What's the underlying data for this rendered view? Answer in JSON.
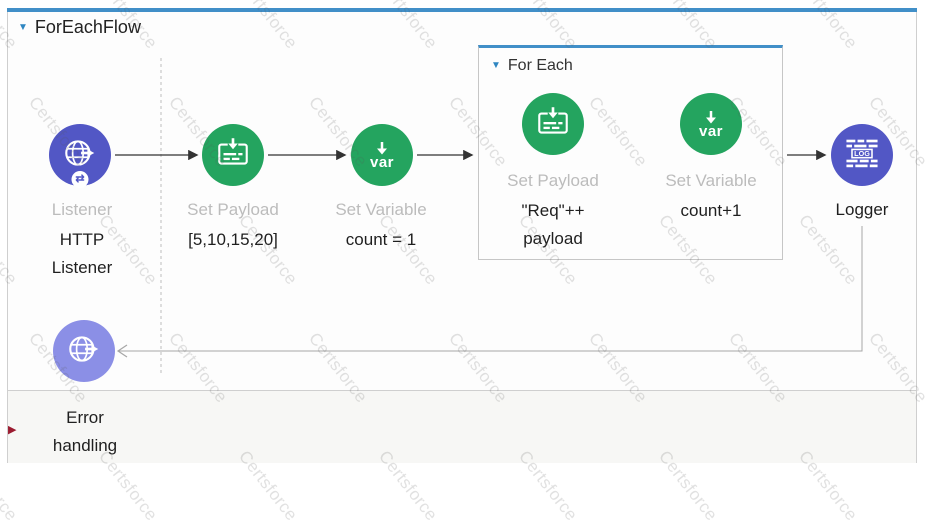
{
  "watermark": {
    "text": "Certsforce"
  },
  "colors": {
    "accent_blue_bar": "#418fc8",
    "node_indigo": "#5257c5",
    "node_indigo_light": "#8b8fe6",
    "node_green": "#24a45f",
    "collapse_triangle_blue": "#2e86c1",
    "error_marker_red": "#9b1b30",
    "muted_label_grey": "#bcbcbc"
  },
  "flow": {
    "title": "ForEachFlow",
    "collapse_icon": "▼",
    "listener": {
      "type_label": "Listener",
      "name_lines": [
        "HTTP",
        "Listener"
      ],
      "badge_icon": "⇄"
    },
    "set_payload_1": {
      "type_label": "Set Payload",
      "value": "[5,10,15,20]"
    },
    "set_variable_1": {
      "type_label": "Set Variable",
      "value": "count = 1",
      "icon_text": "var"
    },
    "foreach": {
      "title": "For Each",
      "collapse_icon": "▼",
      "set_payload": {
        "type_label": "Set Payload",
        "value_lines": [
          "\"Req\"++",
          "payload"
        ]
      },
      "set_variable": {
        "type_label": "Set Variable",
        "value": "count+1",
        "icon_text": "var"
      }
    },
    "logger": {
      "name": "Logger",
      "icon_text": "LOG"
    },
    "error_handling": {
      "label_lines": [
        "Error",
        "handling"
      ],
      "marker_icon": "▶"
    }
  }
}
